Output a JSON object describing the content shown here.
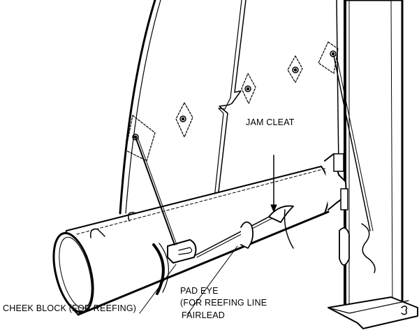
{
  "labels": {
    "jam_cleat": "JAM CLEAT",
    "cheek_block": "CHEEK BLOCK (FOR REEFING)",
    "pad_eye_line1": "PAD EYE",
    "pad_eye_line2": "(FOR REEFING LINE",
    "pad_eye_line3": "FAIRLEAD"
  },
  "colors": {
    "ink": "#000000",
    "paper": "#ffffff"
  }
}
